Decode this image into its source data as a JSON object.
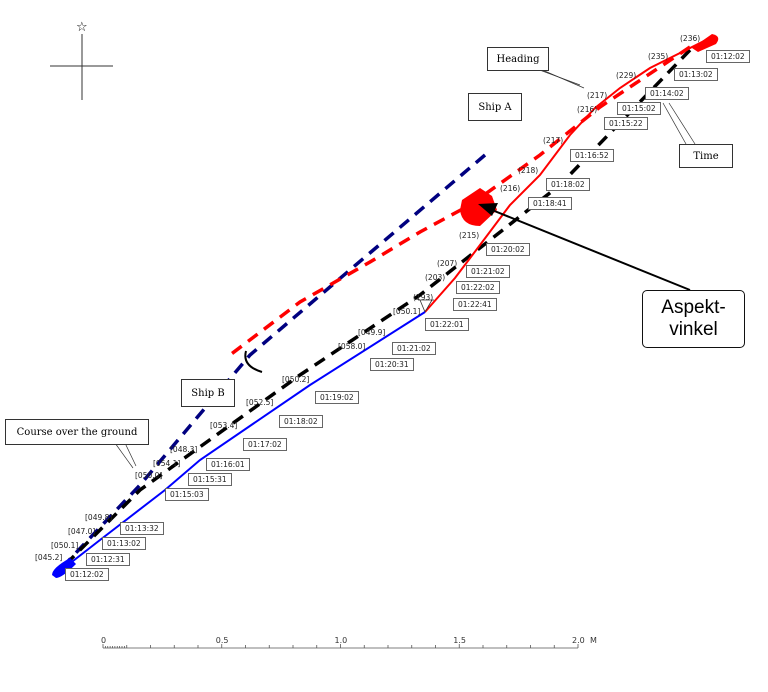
{
  "callouts": {
    "heading": "Heading",
    "ship_a": "Ship A",
    "time": "Time",
    "ship_b": "Ship B",
    "course": "Course over the ground",
    "aspekt_line1": "Aspekt-",
    "aspekt_line2": "vinkel"
  },
  "ship_a": {
    "color": "#ff0000",
    "headings": [
      "(236)",
      "(235)",
      "(229)",
      "(217)",
      "(216)",
      "(217)",
      "(218)",
      "(216)",
      "(215)",
      "(207)",
      "(203)",
      "(193)"
    ],
    "times": [
      "01:12:02",
      "01:13:02",
      "01:14:02",
      "01:15:02",
      "01:15:22",
      "01:16:52",
      "01:18:02",
      "01:18:41",
      "01:20:02",
      "01:21:02",
      "01:22:02",
      "01:22:41"
    ]
  },
  "ship_b": {
    "color": "#0000ff",
    "headings": [
      "[050.1]",
      "[049.9]",
      "[058.0]",
      "[050.2]",
      "[052.5]",
      "[053.4]",
      "[048.3]",
      "[054.1]",
      "[050.0]",
      "[049.8]",
      "[047.0]",
      "[050.1]",
      "[045.2]"
    ],
    "times": [
      "01:22:01",
      "01:21:02",
      "01:20:31",
      "01:19:02",
      "01:18:02",
      "01:17:02",
      "01:16:01",
      "01:15:31",
      "01:15:03",
      "01:13:32",
      "01:13:02",
      "01:12:31",
      "01:12:02"
    ]
  },
  "scale": {
    "ticks": [
      "0",
      "0.5",
      "1.0",
      "1.5",
      "2.0"
    ],
    "unit": "M"
  },
  "icons": {
    "north": "star-icon"
  }
}
